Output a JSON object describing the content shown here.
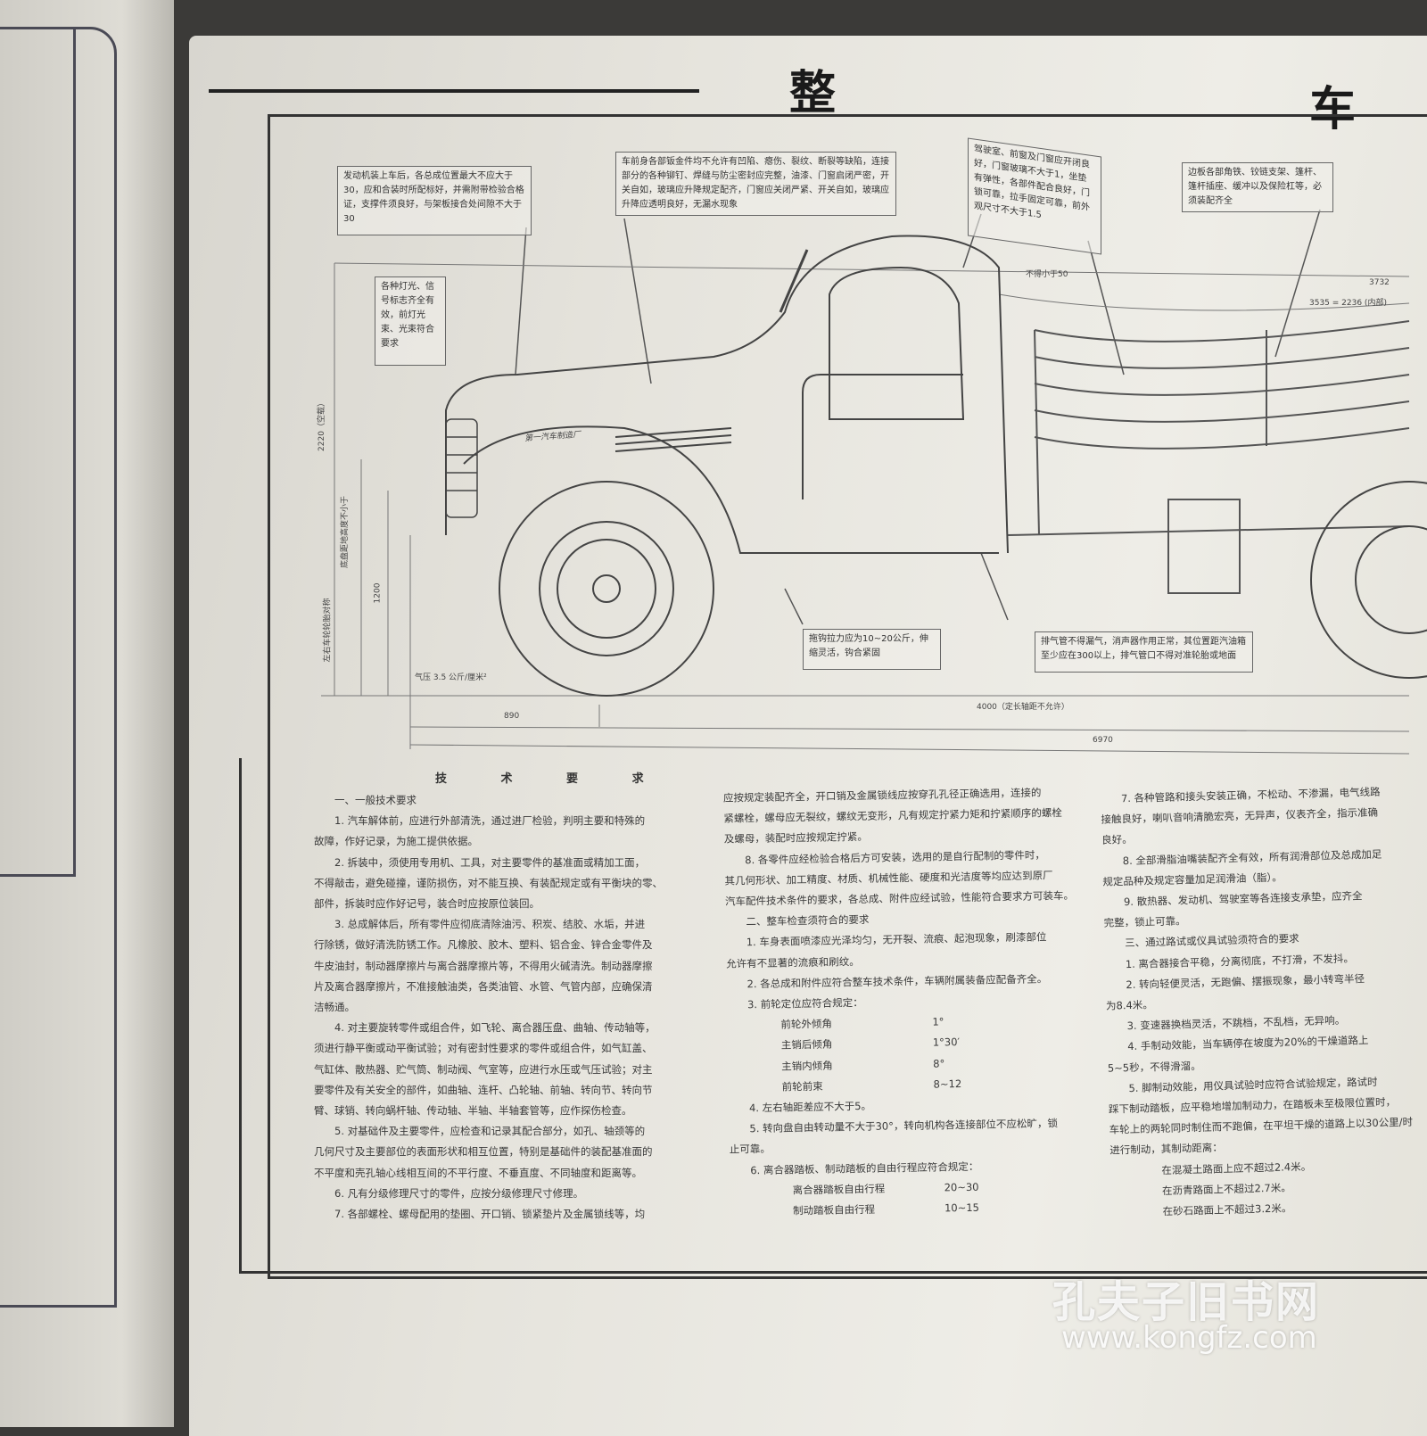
{
  "title": {
    "left": "整",
    "right": "车"
  },
  "callouts": {
    "engine": "发动机装上车后，各总成位置最大不应大于30，应和合装时所配标好，并需附带检验合格证，支撑件须良好，与架板接合处间隙不大于30",
    "body": "车前身各部钣金件均不允许有凹陷、瘪伤、裂纹、断裂等缺陷，连接部分的各种铆钉、焊缝与防尘密封应完整，油漆、门窗启闭严密，开关自如，玻璃应升降规定配齐，门窗应关闭严紧、开关自如，玻璃应升降应透明良好，无漏水现象",
    "lights": "各种灯光、信号标志齐全有效，前灯光束、光束符合要求",
    "cab": "驾驶室、前窗及门窗应开闭良好，门窗玻璃不大于1，坐垫有弹性，各部件配合良好，门锁可靠，拉手固定可靠，前外观尺寸不大于1.5",
    "cargo": "边板各部角铁、铰链支架、篷杆、篷杆插座、缓冲以及保险杠等，必须装配齐全",
    "hook": "拖钩拉力应为10~20公斤，伸缩灵活，钩合紧固",
    "exhaust": "排气管不得漏气，消声器作用正常，其位置距汽油箱至少应在300以上，排气管口不得对准轮胎或地面"
  },
  "dimensions": {
    "d3732": "3732",
    "d3535": "3535 = 2236 (内部)",
    "d890": "890",
    "d4000": "4000（定长轴距不允许）",
    "d_total": "6970",
    "tire": "气压 3.5 公斤/厘米²",
    "height": "2220（空载）",
    "h1200": "1200",
    "vert_label": "底盘距地高度不小于",
    "vert_label2": "左右车轮轮胎对称",
    "roof_note": "不得小于50",
    "emblem": "第一汽车制造厂"
  },
  "requirements": {
    "heading": "技 术 要 求",
    "col1": [
      {
        "t": "一、一般技术要求",
        "c": "ind"
      },
      {
        "t": "1. 汽车解体前，应进行外部清洗，通过进厂检验，判明主要和特殊的",
        "c": "ind"
      },
      {
        "t": "故障，作好记录，为施工提供依据。",
        "c": ""
      },
      {
        "t": "2. 拆装中，须使用专用机、工具，对主要零件的基准面或精加工面，",
        "c": "ind"
      },
      {
        "t": "不得敲击，避免碰撞，谨防损伤，对不能互换、有装配规定或有平衡块的零、",
        "c": ""
      },
      {
        "t": "部件，拆装时应作好记号，装合时应按原位装回。",
        "c": ""
      },
      {
        "t": "3. 总成解体后，所有零件应彻底清除油污、积炭、结胶、水垢，并进",
        "c": "ind"
      },
      {
        "t": "行除锈，做好清洗防锈工作。凡橡胶、胶木、塑料、铝合金、锌合金零件及",
        "c": ""
      },
      {
        "t": "牛皮油封，制动器摩擦片与离合器摩擦片等，不得用火碱清洗。制动器摩擦",
        "c": ""
      },
      {
        "t": "片及离合器摩擦片，不准接触油类，各类油管、水管、气管内部，应确保清",
        "c": ""
      },
      {
        "t": "洁畅通。",
        "c": ""
      },
      {
        "t": "4. 对主要旋转零件或组合件，如飞轮、离合器压盘、曲轴、传动轴等，",
        "c": "ind"
      },
      {
        "t": "须进行静平衡或动平衡试验；对有密封性要求的零件或组合件，如气缸盖、",
        "c": ""
      },
      {
        "t": "气缸体、散热器、贮气筒、制动阀、气室等，应进行水压或气压试验；对主",
        "c": ""
      },
      {
        "t": "要零件及有关安全的部件，如曲轴、连杆、凸轮轴、前轴、转向节、转向节",
        "c": ""
      },
      {
        "t": "臂、球销、转向蜗杆轴、传动轴、半轴、半轴套管等，应作探伤检查。",
        "c": ""
      },
      {
        "t": "5. 对基础件及主要零件，应检查和记录其配合部分，如孔、轴颈等的",
        "c": "ind"
      },
      {
        "t": "几何尺寸及主要部位的表面形状和相互位置，特别是基础件的装配基准面的",
        "c": ""
      },
      {
        "t": "不平度和壳孔轴心线相互间的不平行度、不垂直度、不同轴度和距离等。",
        "c": ""
      },
      {
        "t": "6. 凡有分级修理尺寸的零件，应按分级修理尺寸修理。",
        "c": "ind"
      },
      {
        "t": "7. 各部螺栓、螺母配用的垫圈、开口销、锁紧垫片及金属锁线等，均",
        "c": "ind"
      }
    ],
    "col2": [
      {
        "t": "应按规定装配齐全，开口销及金属锁线应按穿孔孔径正确选用，连接的",
        "c": ""
      },
      {
        "t": "紧螺栓，螺母应无裂纹，螺纹无变形，凡有规定拧紧力矩和拧紧顺序的螺栓",
        "c": ""
      },
      {
        "t": "及螺母，装配时应按规定拧紧。",
        "c": ""
      },
      {
        "t": "8. 各零件应经检验合格后方可安装，选用的是自行配制的零件时，",
        "c": "ind"
      },
      {
        "t": "其几何形状、加工精度、材质、机械性能、硬度和光洁度等均应达到原厂",
        "c": ""
      },
      {
        "t": "汽车配件技术条件的要求，各总成、附件应经试验，性能符合要求方可装车。",
        "c": ""
      },
      {
        "t": "二、整车检查须符合的要求",
        "c": "ind"
      },
      {
        "t": "1. 车身表面喷漆应光泽均匀，无开裂、流痕、起泡现象，刷漆部位",
        "c": "ind"
      },
      {
        "t": "允许有不显著的流痕和刷纹。",
        "c": ""
      },
      {
        "t": "2. 各总成和附件应符合整车技术条件，车辆附属装备应配备齐全。",
        "c": "ind"
      },
      {
        "t": "3. 前轮定位应符合规定：",
        "c": "ind"
      }
    ],
    "alignment": [
      {
        "name": "前轮外倾角",
        "value": "1°"
      },
      {
        "name": "主销后倾角",
        "value": "1°30′"
      },
      {
        "name": "主销内倾角",
        "value": "8°"
      },
      {
        "name": "前轮前束",
        "value": "8~12"
      }
    ],
    "col2b": [
      {
        "t": "4. 左右轴距差应不大于5。",
        "c": "ind"
      },
      {
        "t": "5. 转向盘自由转动量不大于30°，转向机构各连接部位不应松旷，锁",
        "c": "ind"
      },
      {
        "t": "止可靠。",
        "c": ""
      },
      {
        "t": "6. 离合器踏板、制动踏板的自由行程应符合规定：",
        "c": "ind"
      }
    ],
    "pedal": [
      {
        "name": "离合器踏板自由行程",
        "value": "20~30"
      },
      {
        "name": "制动踏板自由行程",
        "value": "10~15"
      }
    ],
    "col3": [
      {
        "t": "7. 各种管路和接头安装正确，不松动、不渗漏，电气线路",
        "c": "ind"
      },
      {
        "t": "接触良好，喇叭音响清脆宏亮，无异声，仪表齐全，指示准确",
        "c": ""
      },
      {
        "t": "良好。",
        "c": ""
      },
      {
        "t": "8. 全部滑脂油嘴装配齐全有效，所有润滑部位及总成加足",
        "c": "ind"
      },
      {
        "t": "规定品种及规定容量加足润滑油（脂）。",
        "c": ""
      },
      {
        "t": "9. 散热器、发动机、驾驶室等各连接支承垫，应齐全",
        "c": "ind"
      },
      {
        "t": "完整，锁止可靠。",
        "c": ""
      },
      {
        "t": "三、通过路试或仪具试验须符合的要求",
        "c": "ind"
      },
      {
        "t": "1. 离合器接合平稳，分离彻底，不打滑，不发抖。",
        "c": "ind"
      },
      {
        "t": "2. 转向轻便灵活，无跑偏、摆振现象，最小转弯半径",
        "c": "ind"
      },
      {
        "t": "为8.4米。",
        "c": ""
      },
      {
        "t": "3. 变速器换档灵活，不跳档，不乱档，无异响。",
        "c": "ind"
      },
      {
        "t": "4. 手制动效能，当车辆停在坡度为20%的干燥道路上",
        "c": "ind"
      },
      {
        "t": "5~5秒，不得滑溜。",
        "c": ""
      },
      {
        "t": "5. 脚制动效能，用仪具试验时应符合试验规定，路试时",
        "c": "ind"
      },
      {
        "t": "踩下制动踏板，应平稳地增加制动力，在踏板未至极限位置时，",
        "c": ""
      },
      {
        "t": "车轮上的两轮同时制住而不跑偏，在平坦干燥的道路上以30公里/时",
        "c": ""
      },
      {
        "t": "进行制动，其制动距离：",
        "c": ""
      },
      {
        "t": "在混凝土路面上应不超过2.4米。",
        "c": "ind2"
      },
      {
        "t": "在沥青路面上不超过2.7米。",
        "c": "ind2"
      },
      {
        "t": "在砂石路面上不超过3.2米。",
        "c": "ind2"
      }
    ]
  },
  "watermark": {
    "name": "孔夫子旧书网",
    "url": "www.kongfz.com"
  }
}
